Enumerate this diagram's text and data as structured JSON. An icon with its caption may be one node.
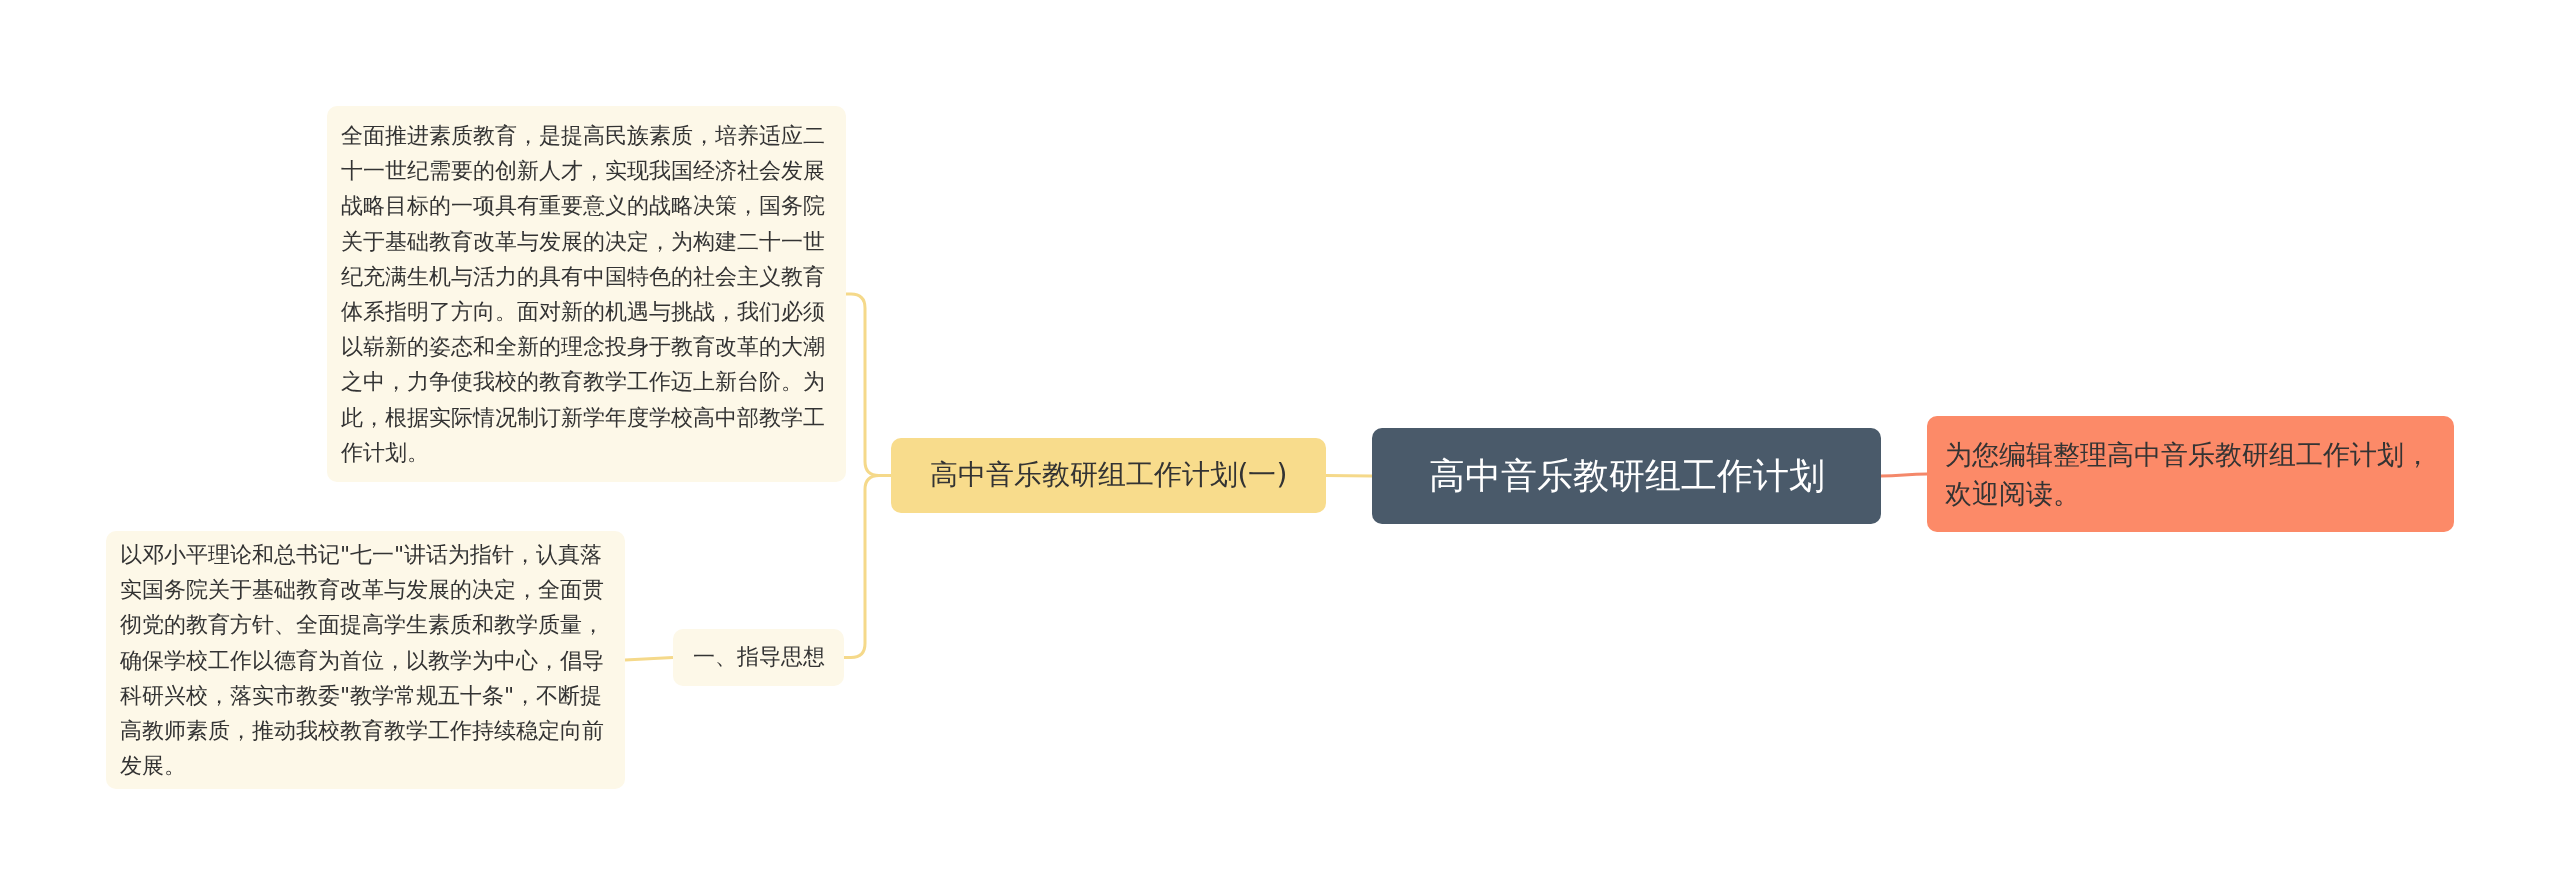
{
  "diagram": {
    "nodes": [
      {
        "text": [
          "高中音乐教研组工作计划"
        ]
      },
      {
        "text": [
          "为您编辑整理高中音乐教研组工作计划，欢迎阅读。"
        ]
      },
      {
        "text": [
          "高中音乐教研组工作计划(一)"
        ]
      },
      {
        "text": [
          "全面推进素质教育，是提高民族素质，培养适应二十一世纪需要的创新人才，实现我国经济社会发展战略目标的一项具有重要意义的战略决策，国务院关于基础教育改革与发展的决定，为构建二十一世纪充满生机与活力的具有中国特色的社会主义教育体系指明了方向。面对新的机遇与挑战，我们必须以崭新的姿态和全新的理念投身于教育改革的大潮之中，力争使我校的教育教学工作迈上新台阶。为此，根据实际情况制订新学年度学校高中部教学工作计划。"
        ]
      },
      {
        "text": [
          "一、指导思想"
        ]
      },
      {
        "text": [
          "以邓小平理论和总书记\"七一\"讲话为指针，认真落实国务院关于基础教育改革与发展的决定，全面贯彻党的教育方针、全面提高学生素质和教学质量，确保学校工作以德育为首位，以教学为中心，倡导科研兴校，落实市教委\"教学常规五十条\"，不断提高教师素质，推动我校教育教学工作持续稳定向前发展。"
        ]
      }
    ],
    "edges": [
      {
        "from": 0,
        "to": 1,
        "arrow": "none",
        "color": "#f4886a"
      },
      {
        "from": 0,
        "to": 2,
        "arrow": "none"
      },
      {
        "from": 2,
        "to": 3,
        "arrow": "none"
      },
      {
        "from": 2,
        "to": 4,
        "arrow": "none"
      },
      {
        "from": 4,
        "to": 5,
        "arrow": "none"
      }
    ]
  }
}
